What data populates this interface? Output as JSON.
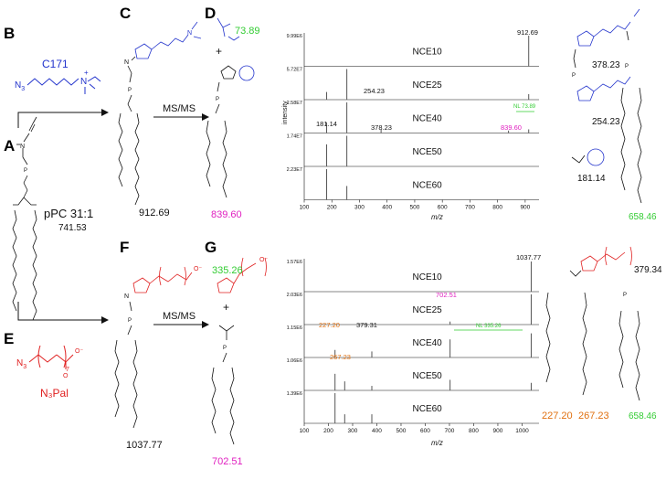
{
  "panel_labels": {
    "a": "A",
    "b": "B",
    "c": "C",
    "d": "D",
    "e": "E",
    "f": "F",
    "g": "G"
  },
  "reagents": {
    "c171_name": "C171",
    "c171_formula_n3": "N",
    "c171_formula_sub3": "3",
    "n3pal_name": "N₃Pal",
    "n3pal_formula_n3": "N",
    "n3pal_formula_sub3": "3",
    "n3pal_repeat": "7"
  },
  "substrate": {
    "name": "pPC 31:1",
    "mass": "741.53"
  },
  "msms_label": "MS/MS",
  "products": {
    "c_mass": "912.69",
    "f_mass": "1037.77",
    "d_neutral_loss": "73.89",
    "d_fragment": "839.60",
    "g_neutral_loss": "335.26",
    "g_fragment": "702.51",
    "plus": "+"
  },
  "top_spectra": {
    "ylabel": "intensity",
    "xlabel": "m/z",
    "x_ticks": [
      "100",
      "200",
      "300",
      "400",
      "500",
      "600",
      "700",
      "800",
      "900"
    ],
    "panels": [
      {
        "nce": "NCE10",
        "scale": "9.99E6"
      },
      {
        "nce": "NCE25",
        "scale": "5.72E7"
      },
      {
        "nce": "NCE40",
        "scale": "2.58E7"
      },
      {
        "nce": "NCE50",
        "scale": "1.74E7"
      },
      {
        "nce": "NCE60",
        "scale": "2.23E7"
      }
    ],
    "peak_labels": {
      "p912": "912.69",
      "p254": "254.23",
      "p181": "181.14",
      "p378": "378.23",
      "nl": "NL 73.89",
      "p839": "839.60"
    }
  },
  "bottom_spectra": {
    "xlabel": "m/z",
    "x_ticks": [
      "100",
      "200",
      "300",
      "400",
      "500",
      "600",
      "700",
      "800",
      "900",
      "1000"
    ],
    "panels": [
      {
        "nce": "NCE10",
        "scale": "1.57E6"
      },
      {
        "nce": "NCE25",
        "scale": "2.03E6"
      },
      {
        "nce": "NCE40",
        "scale": "1.15E6"
      },
      {
        "nce": "NCE50",
        "scale": "1.06E6"
      },
      {
        "nce": "NCE60",
        "scale": "1.39E6"
      }
    ],
    "peak_labels": {
      "p1037": "1037.77",
      "p702": "702.51",
      "p227": "227.20",
      "p379": "379.31",
      "nl": "NL 335.26",
      "p267": "267.23"
    }
  },
  "fragments_top": {
    "f378": "378.23",
    "f254": "254.23",
    "f181": "181.14",
    "f658": "658.46"
  },
  "fragments_bottom": {
    "f379": "379.34",
    "f227": "227.20",
    "f267": "267.23",
    "f658": "658.46"
  },
  "colors": {
    "blue": "#2233cc",
    "red": "#e02020",
    "green": "#33cc33",
    "magenta": "#e020c0",
    "orange": "#e07010",
    "black": "#111111"
  }
}
